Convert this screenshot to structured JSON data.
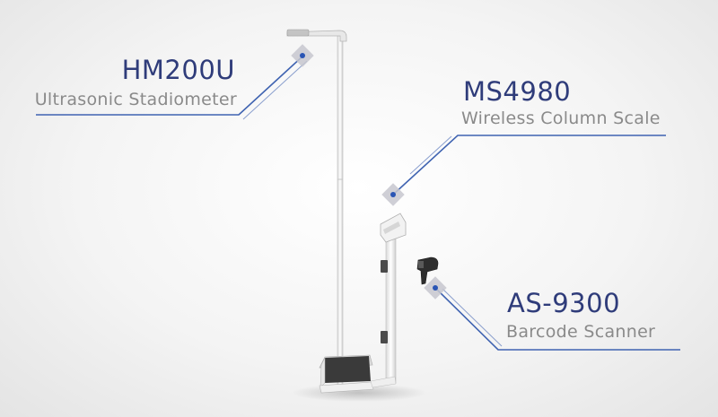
{
  "colors": {
    "model_text": "#2f3c7a",
    "desc_text": "#8a8a8a",
    "line": "#3f63b1",
    "marker_outer": "#c7c7cf",
    "marker_dot": "#2a55b4"
  },
  "callouts": [
    {
      "id": "hm200u",
      "model": "HM200U",
      "description": "Ultrasonic Stadiometer"
    },
    {
      "id": "ms4980",
      "model": "MS4980",
      "description": "Wireless Column Scale"
    },
    {
      "id": "as9300",
      "model": "AS-9300",
      "description": "Barcode Scanner"
    }
  ]
}
